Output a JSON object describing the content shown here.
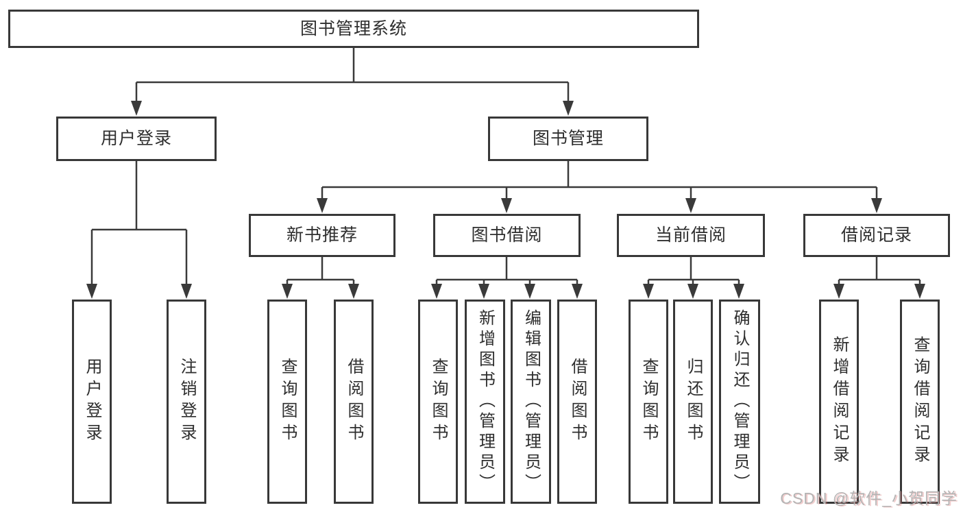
{
  "diagram": {
    "title": "图书管理系统",
    "type": "hierarchy-diagram",
    "colors": {
      "background": "#ffffff",
      "box_border": "#383838",
      "connector_line": "#3a3a3a",
      "text": "#2e2e2e",
      "watermark_text": "#b4b4b4"
    },
    "tree": {
      "root": "图书管理系统",
      "level2": [
        {
          "label": "用户登录",
          "leaves": [
            "用户登录",
            "注销登录"
          ]
        },
        {
          "label": "图书管理",
          "groups": [
            {
              "label": "新书推荐",
              "leaves": [
                "查询图书",
                "借阅图书"
              ]
            },
            {
              "label": "图书借阅",
              "leaves": [
                "查询图书",
                "新增图书（管理员）",
                "编辑图书（管理员）",
                "借阅图书"
              ]
            },
            {
              "label": "当前借阅",
              "leaves": [
                "查询图书",
                "归还图书",
                "确认归还（管理员）"
              ]
            },
            {
              "label": "借阅记录",
              "leaves": [
                "新增借阅记录",
                "查询借阅记录"
              ]
            }
          ]
        }
      ]
    },
    "watermark": "CSDN @软件_小贺同学"
  }
}
